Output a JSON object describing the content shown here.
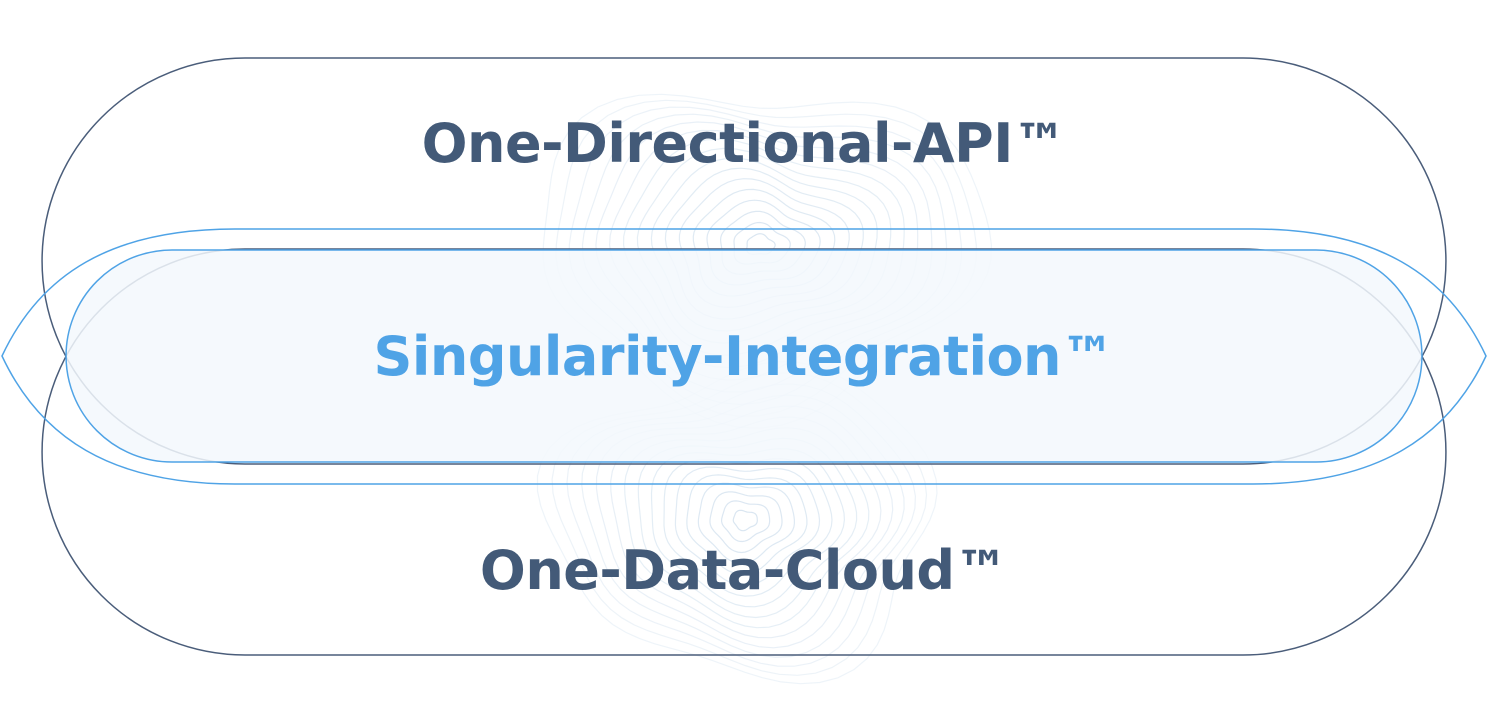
{
  "diagram": {
    "top_layer_label": "One-Directional-API™",
    "middle_layer_label": "Singularity-Integration™",
    "bottom_layer_label": "One-Data-Cloud™"
  },
  "colors": {
    "outer_outline": "#4a5d7a",
    "accent": "#4fa3e6",
    "accent_fill": "#f3f8fd",
    "dark_text": "#435a78",
    "background_contours": "#d2e1ee"
  },
  "decoration": {
    "background_pattern": "topographic-contour-lines"
  }
}
